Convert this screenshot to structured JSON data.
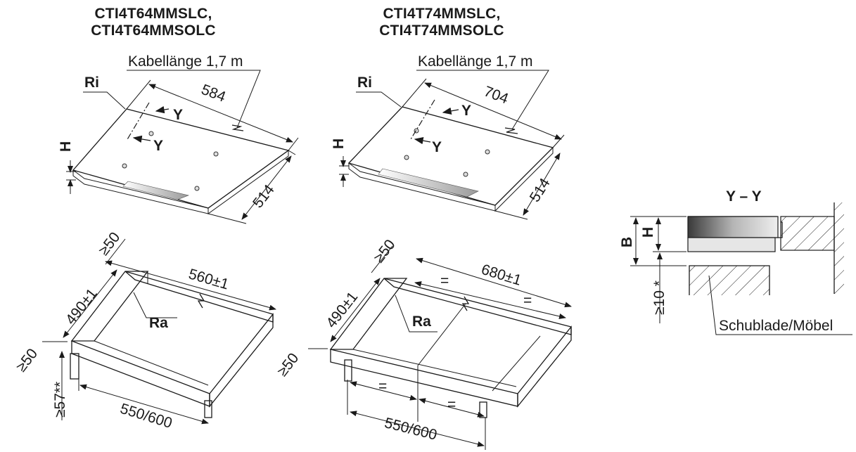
{
  "left": {
    "title_line1": "CTI4T64MMSLC,",
    "title_line2": "CTI4T64MMSOLC",
    "cable_label": "Kabellänge 1,7 m",
    "width": "584",
    "depth": "514",
    "ri": "Ri",
    "h": "H",
    "y1": "Y",
    "y2": "Y",
    "cut_width": "560±1",
    "cut_depth": "490±1",
    "min_back": "≥50",
    "min_front": "≥50",
    "cabinet": "550/600",
    "min_thickness": "≥57**",
    "ra": "Ra"
  },
  "mid": {
    "title_line1": "CTI4T74MMSLC,",
    "title_line2": "CTI4T74MMSOLC",
    "cable_label": "Kabellänge 1,7 m",
    "width": "704",
    "depth": "514",
    "ri": "Ri",
    "h": "H",
    "y1": "Y",
    "y2": "Y",
    "cut_width": "680±1",
    "cut_depth": "490±1",
    "min_back": "≥50",
    "min_front": "≥50",
    "cabinet": "550/600",
    "ra": "Ra",
    "eq": "="
  },
  "section": {
    "title": "Y – Y",
    "b": "B",
    "h": "H",
    "gap": "≥10 *",
    "label": "Schublade/Möbel"
  }
}
